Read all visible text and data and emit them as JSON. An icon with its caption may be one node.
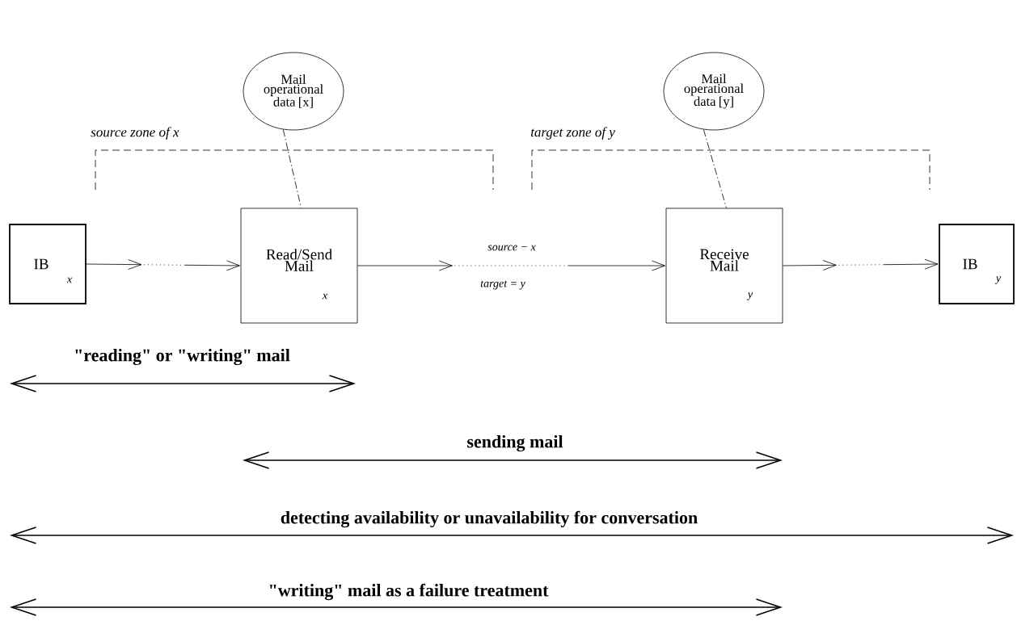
{
  "diagram": {
    "nodes": [
      {
        "text": [
          "Mail operational data [x]"
        ]
      },
      {
        "text": [
          "Mail operational data [y]"
        ]
      },
      {
        "text": [
          "IB",
          "x"
        ]
      },
      {
        "text": [
          "Read/Send Mail",
          "x"
        ]
      },
      {
        "text": [
          "Receive Mail",
          "y"
        ]
      },
      {
        "text": [
          "IB",
          "y"
        ]
      }
    ],
    "edges": [
      {
        "from": 2,
        "to": 3,
        "arrow": "to"
      },
      {
        "from": 3,
        "to": 4,
        "arrow": "to",
        "label": "source − x"
      },
      {
        "from": 4,
        "to": 5,
        "arrow": "to"
      },
      {
        "from": 0,
        "to": 3,
        "arrow": "none",
        "style": "dashed"
      },
      {
        "from": 1,
        "to": 4,
        "arrow": "none",
        "style": "dashed"
      }
    ],
    "labels": [
      "source zone of x",
      "target zone of y",
      "target = y",
      "\"reading\" or \"writing\" mail",
      "sending mail",
      "detecting availability or unavailability for conversation",
      "\"writing\" mail as a failure treatment"
    ]
  }
}
